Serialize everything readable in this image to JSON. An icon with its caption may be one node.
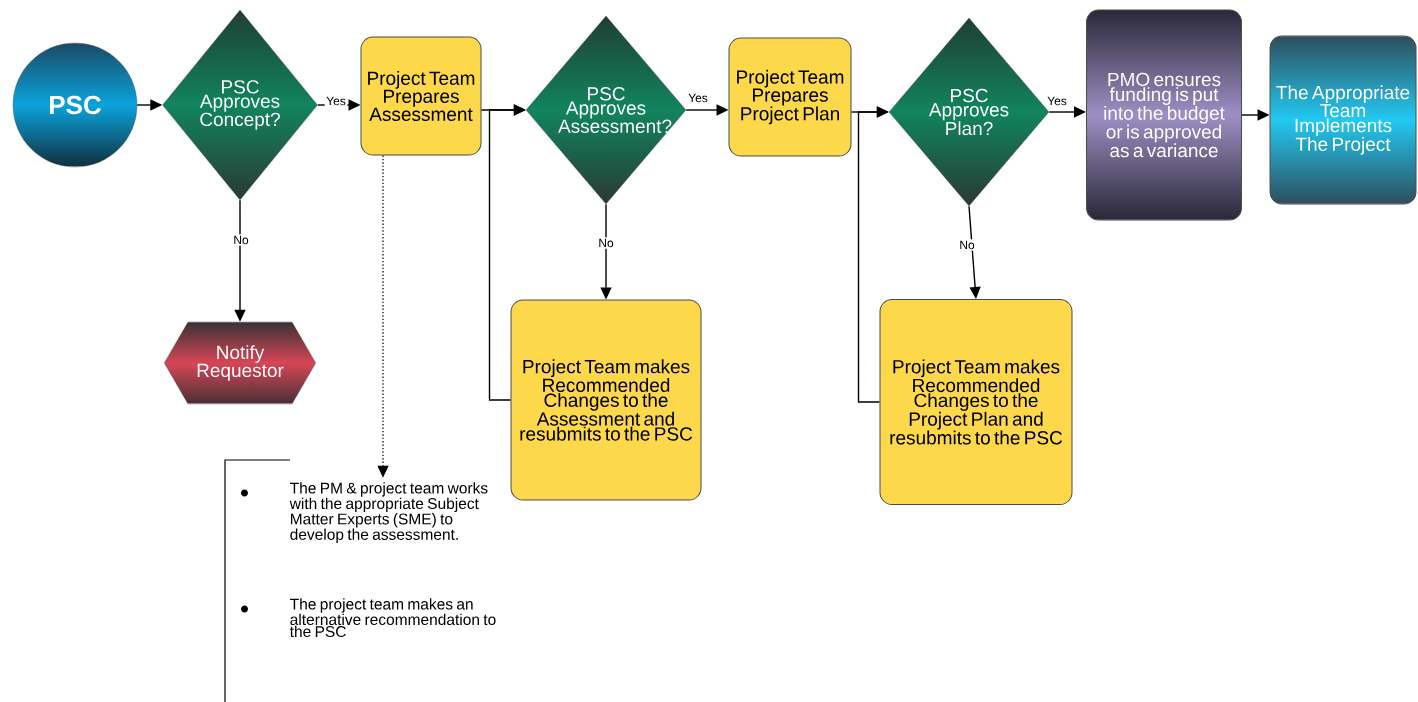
{
  "diagram": {
    "nodes": [
      {
        "text": [
          "PSC"
        ]
      },
      {
        "text": [
          "PSC Approves Concept?"
        ]
      },
      {
        "text": [
          "Project Team Prepares Assessment"
        ]
      },
      {
        "text": [
          "PSC Approves Assessment?"
        ]
      },
      {
        "text": [
          "Project Team Prepares Project Plan"
        ]
      },
      {
        "text": [
          "PSC Approves Plan?"
        ]
      },
      {
        "text": [
          "PMO ensures funding is put into the budget or is approved as a variance"
        ]
      },
      {
        "text": [
          "The Appropriate Team Implements The Project"
        ]
      },
      {
        "text": [
          "Notify Requestor"
        ]
      },
      {
        "text": [
          "Project Team makes Recommended Changes to the Assessment and resubmits to the PSC"
        ]
      },
      {
        "text": [
          "Project Team makes Recommended Changes to the Project Plan and resubmits to the PSC"
        ]
      },
      {
        "text": [
          "The PM & project team works with the appropriate Subject Matter Experts (SME) to develop the assessment.",
          "The project team makes an alternative recommendation to the PSC"
        ]
      }
    ],
    "edges": [
      {
        "from": 0,
        "to": 1,
        "arrow": "to"
      },
      {
        "from": 1,
        "to": 2,
        "arrow": "to",
        "label": "Yes"
      },
      {
        "from": 1,
        "to": 8,
        "arrow": "to",
        "label": "No"
      },
      {
        "from": 2,
        "to": 3,
        "arrow": "to"
      },
      {
        "from": 3,
        "to": 4,
        "arrow": "to",
        "label": "Yes"
      },
      {
        "from": 3,
        "to": 9,
        "arrow": "to",
        "label": "No"
      },
      {
        "from": 9,
        "to": 3,
        "arrow": "to"
      },
      {
        "from": 4,
        "to": 5,
        "arrow": "to"
      },
      {
        "from": 5,
        "to": 6,
        "arrow": "to",
        "label": "Yes"
      },
      {
        "from": 5,
        "to": 10,
        "arrow": "to",
        "label": "No"
      },
      {
        "from": 10,
        "to": 5,
        "arrow": "to"
      },
      {
        "from": 6,
        "to": 7,
        "arrow": "to"
      },
      {
        "from": 2,
        "to": 11,
        "arrow": "to",
        "style": "dashed"
      }
    ]
  }
}
